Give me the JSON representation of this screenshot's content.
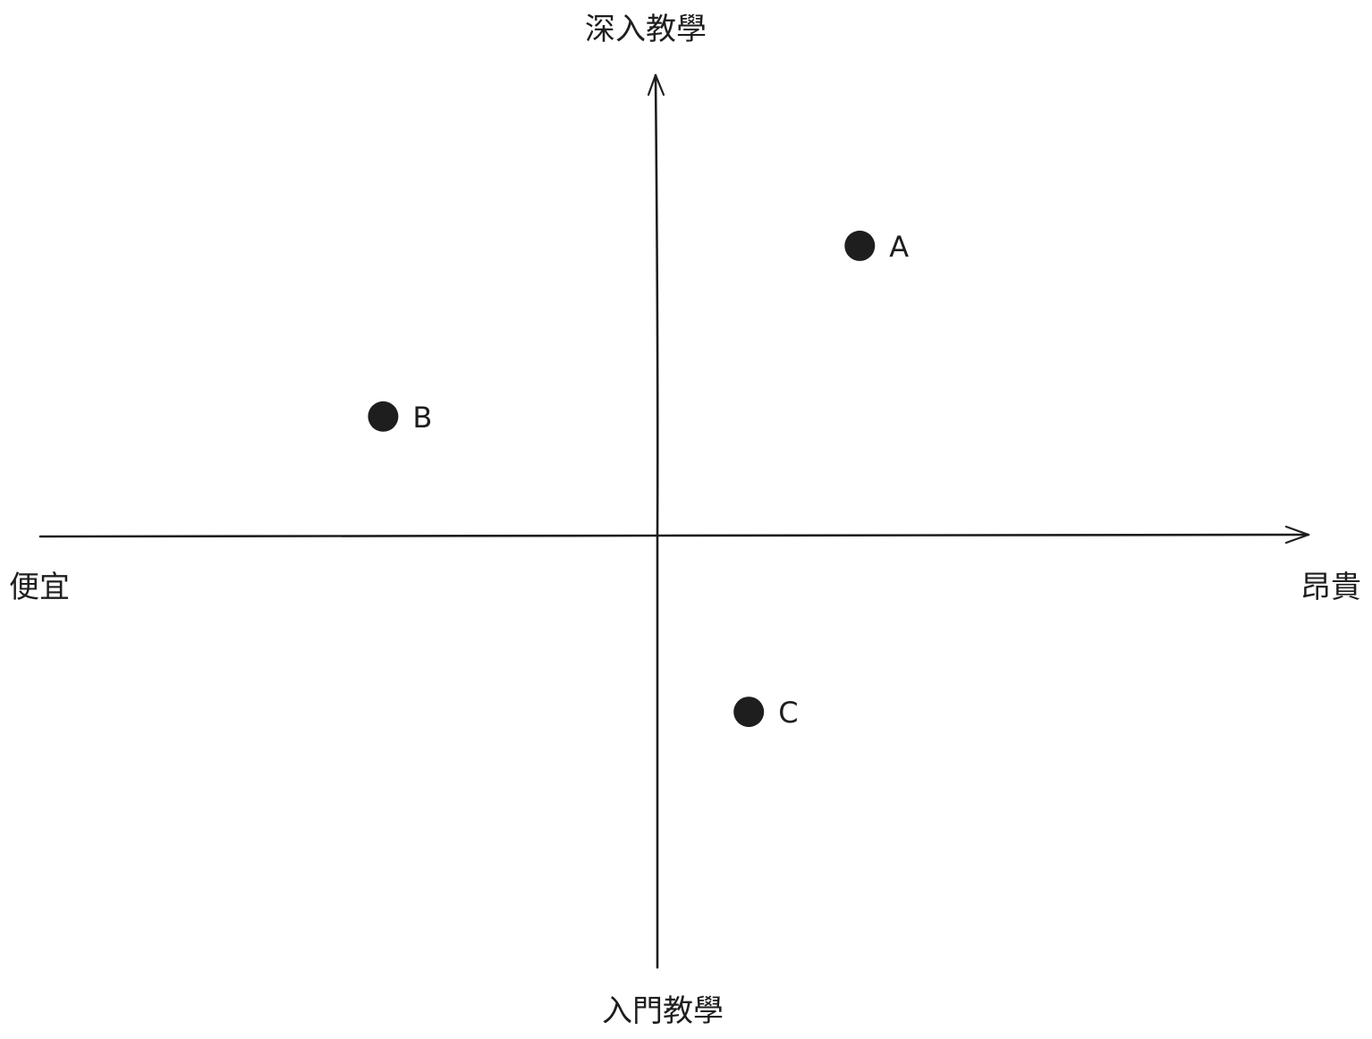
{
  "chart_data": {
    "type": "scatter",
    "axes": {
      "x_negative_label": "便宜",
      "x_positive_label": "昂貴",
      "y_positive_label": "深入教學",
      "y_negative_label": "入門教學"
    },
    "xlim": [
      -10,
      10
    ],
    "ylim": [
      -10,
      10
    ],
    "grid": false,
    "points": [
      {
        "label": "A",
        "x": 3.1,
        "y": 6.3
      },
      {
        "label": "B",
        "x": -4.2,
        "y": 2.6
      },
      {
        "label": "C",
        "x": 1.4,
        "y": -3.8
      }
    ],
    "colors": {
      "ink": "#1e1e1e",
      "background": "#ffffff"
    }
  }
}
